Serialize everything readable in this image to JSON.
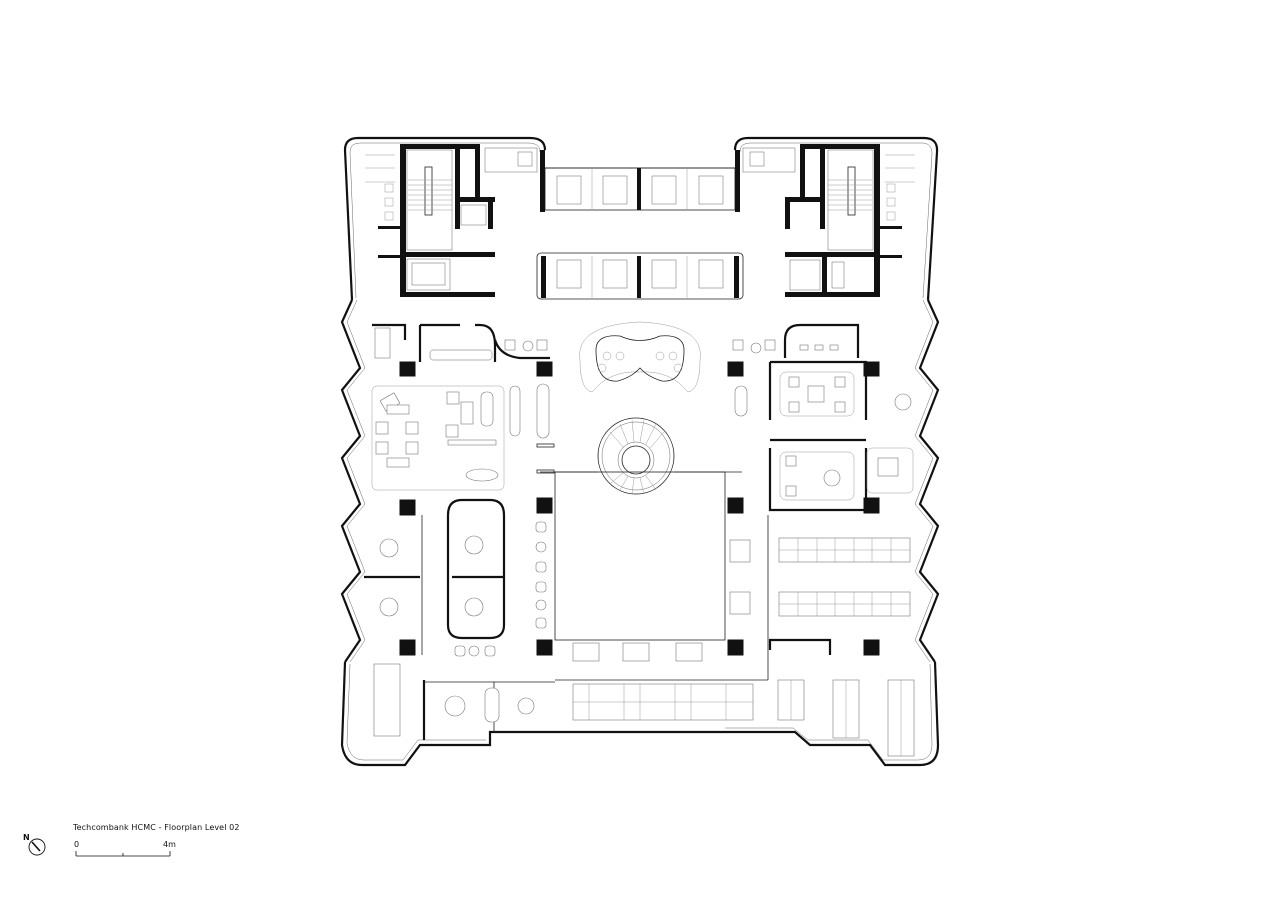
{
  "drawing": {
    "title": "Techcombank HCMC - Floorplan Level 02",
    "scale_bar": {
      "start_label": "0",
      "end_label": "4m"
    },
    "north_arrow": {
      "label": "N"
    }
  },
  "colors": {
    "line": "#111111",
    "background": "#ffffff",
    "furniture": "#777777"
  },
  "plan": {
    "zones": [
      {
        "id": "stair-core-west",
        "type": "stair"
      },
      {
        "id": "stair-core-east",
        "type": "stair"
      },
      {
        "id": "lift-lobby",
        "type": "lifts",
        "lift_count": 8
      },
      {
        "id": "lounge-west",
        "type": "lounge"
      },
      {
        "id": "reception-sofa",
        "type": "feature-seating"
      },
      {
        "id": "spiral-stair",
        "type": "stair"
      },
      {
        "id": "atrium-void",
        "type": "void"
      },
      {
        "id": "meeting-rooms-east",
        "type": "meeting",
        "count": 3
      },
      {
        "id": "meeting-rooms-west",
        "type": "meeting",
        "count": 4
      },
      {
        "id": "open-workspace-east",
        "type": "desks",
        "desk_rows": 2,
        "desks_per_row": 7
      },
      {
        "id": "open-workspace-south",
        "type": "desks"
      },
      {
        "id": "boardroom-southwest",
        "type": "meeting",
        "seats": 10
      }
    ]
  }
}
